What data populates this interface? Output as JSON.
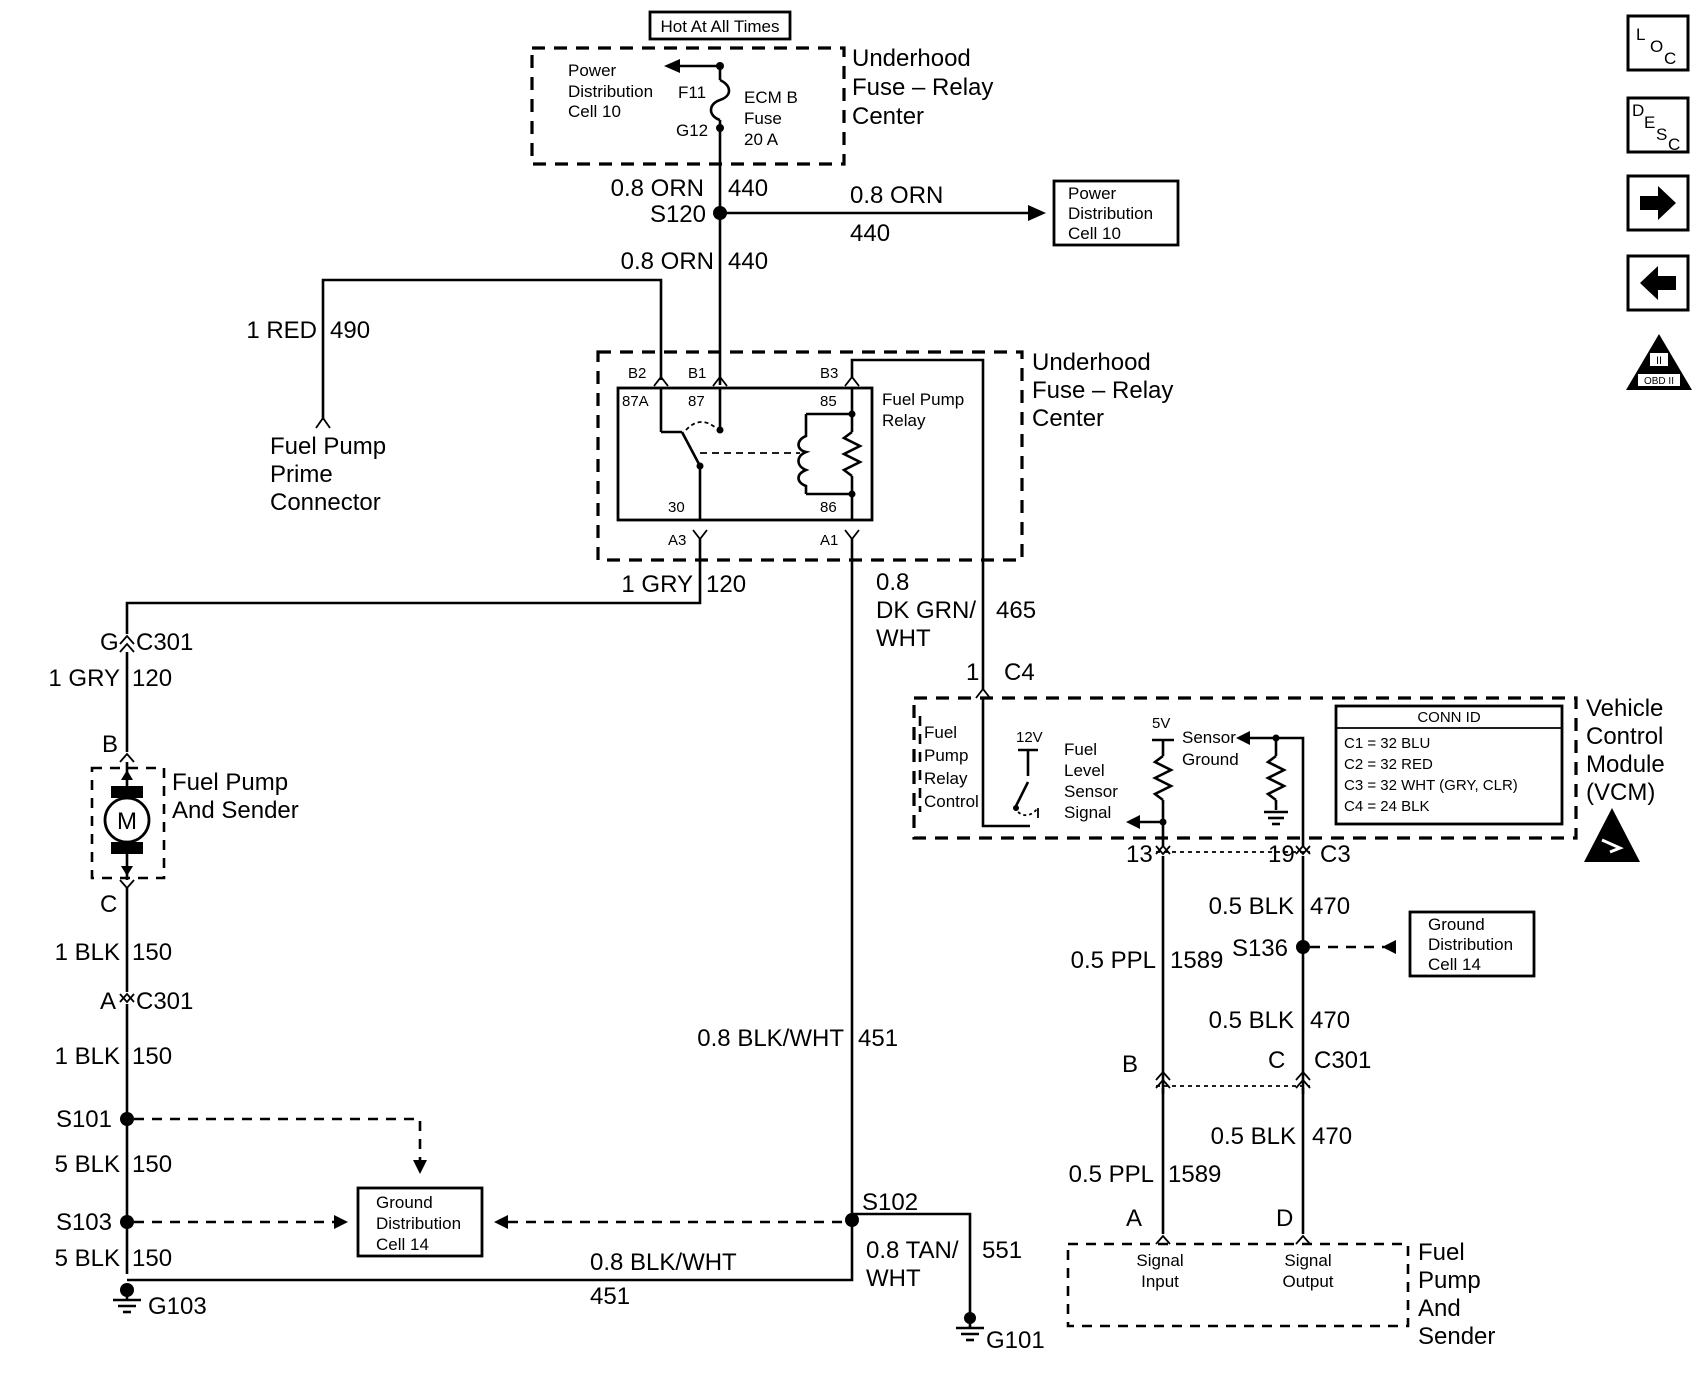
{
  "header": {
    "hot_label": "Hot At All Times"
  },
  "fuse_center_top": {
    "name": [
      "Underhood",
      "Fuse – Relay",
      "Center"
    ],
    "power_dist": [
      "Power",
      "Distribution",
      "Cell 10"
    ],
    "f11": "F11",
    "g12": "G12",
    "fuse": [
      "ECM B",
      "Fuse",
      "20 A"
    ]
  },
  "power_dist_box": [
    "Power",
    "Distribution",
    "Cell 10"
  ],
  "wires": {
    "w440a_size": "0.8 ORN",
    "w440a_num": "440",
    "s120": "S120",
    "w440b_size": "0.8 ORN",
    "w440b_num": "440",
    "w440c_size": "0.8 ORN",
    "w440c_num": "440",
    "w490_size": "1 RED",
    "w490_num": "490",
    "w120_size": "1 GRY",
    "w120_num": "120",
    "w465_size": [
      "0.8",
      "DK GRN/",
      "WHT"
    ],
    "w465_num": "465",
    "w451_size": "0.8 BLK/WHT",
    "w451_num": "451",
    "w451b_size": "0.8 BLK/WHT",
    "w451b_num": "451",
    "w551_size": [
      "0.8 TAN/",
      "WHT"
    ],
    "w551_num": "551",
    "w120b_size": "1 GRY",
    "w120b_num": "120",
    "w150a_size": "1 BLK",
    "w150a_num": "150",
    "w150b_size": "1 BLK",
    "w150b_num": "150",
    "w150c_size": "5 BLK",
    "w150c_num": "150",
    "w150d_size": "5 BLK",
    "w150d_num": "150",
    "w470a_size": "0.5 BLK",
    "w470a_num": "470",
    "w470b_size": "0.5 BLK",
    "w470b_num": "470",
    "w470c_size": "0.5 BLK",
    "w470c_num": "470",
    "w1589a_size": "0.5 PPL",
    "w1589a_num": "1589",
    "w1589b_size": "0.5 PPL",
    "w1589b_num": "1589"
  },
  "prime_connector": [
    "Fuel Pump",
    "Prime",
    "Connector"
  ],
  "relay_center": {
    "name": [
      "Underhood",
      "Fuse – Relay",
      "Center"
    ],
    "relay_name": [
      "Fuel Pump",
      "Relay"
    ],
    "pins": {
      "b2": "B2",
      "b1": "B1",
      "b3": "B3",
      "a3": "A3",
      "a1": "A1",
      "p87a": "87A",
      "p87": "87",
      "p85": "85",
      "p30": "30",
      "p86": "86"
    }
  },
  "connectors": {
    "c301_g": "G",
    "c301_a": "C301",
    "c301_b_pin": "A",
    "c301_b": "C301",
    "pump_b": "B",
    "pump_c": "C",
    "c4_pin": "1",
    "c4": "C4",
    "c3_13": "13",
    "c3_19": "19",
    "c3": "C3",
    "c301r_b": "B",
    "c301r_c": "C",
    "c301r": "C301",
    "sender_a": "A",
    "sender_d": "D"
  },
  "splices": {
    "s101": "S101",
    "s103": "S103",
    "s102": "S102",
    "s136": "S136"
  },
  "grounds": {
    "g103": "G103",
    "g101": "G101"
  },
  "fuel_pump_left": {
    "name": [
      "Fuel Pump",
      "And Sender"
    ],
    "motor": "M"
  },
  "ground_dist_left": [
    "Ground",
    "Distribution",
    "Cell 14"
  ],
  "ground_dist_right": [
    "Ground",
    "Distribution",
    "Cell 14"
  ],
  "vcm": {
    "name": [
      "Vehicle",
      "Control",
      "Module",
      "(VCM)"
    ],
    "relay_ctrl": [
      "Fuel",
      "Pump",
      "Relay",
      "Control"
    ],
    "v12": "12V",
    "v5": "5V",
    "level_sig": [
      "Fuel",
      "Level",
      "Sensor",
      "Signal"
    ],
    "sensor_gnd": [
      "Sensor",
      "Ground"
    ],
    "conn_title": "CONN ID",
    "conn_list": [
      "C1 = 32 BLU",
      "C2 = 32 RED",
      "C3 = 32 WHT (GRY, CLR)",
      "C4 = 24 BLK"
    ]
  },
  "sender_right": {
    "name": [
      "Fuel",
      "Pump",
      "And",
      "Sender"
    ],
    "sig_in": [
      "Signal",
      "Input"
    ],
    "sig_out": [
      "Signal",
      "Output"
    ]
  },
  "nav": {
    "loc": [
      "L",
      "O",
      "C"
    ],
    "desc": [
      "D",
      "E",
      "S",
      "C"
    ],
    "next_icon": "➡",
    "prev_icon": "⬅",
    "obd": [
      "II",
      "OBD II"
    ]
  }
}
